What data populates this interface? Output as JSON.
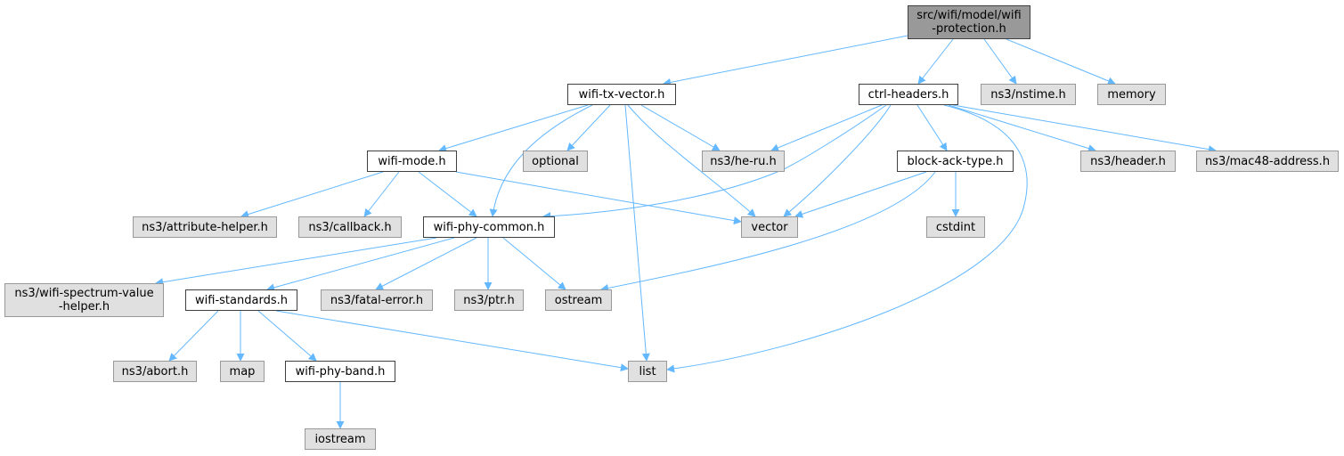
{
  "diagram": {
    "title": "",
    "colors": {
      "edge": "#63b8ff",
      "root_fill": "#999999",
      "file_fill": "#ffffff",
      "file_border": "#404040",
      "external_fill": "#e0e0e0",
      "external_border": "#999999"
    },
    "nodes": [
      {
        "id": "root",
        "label": "src/wifi/model/wifi\n-protection.h",
        "kind": "root"
      },
      {
        "id": "wifi-tx-vector",
        "label": "wifi-tx-vector.h",
        "kind": "file"
      },
      {
        "id": "ctrl-headers",
        "label": "ctrl-headers.h",
        "kind": "file"
      },
      {
        "id": "nstime",
        "label": "ns3/nstime.h",
        "kind": "external"
      },
      {
        "id": "memory",
        "label": "memory",
        "kind": "external"
      },
      {
        "id": "wifi-mode",
        "label": "wifi-mode.h",
        "kind": "file"
      },
      {
        "id": "optional",
        "label": "optional",
        "kind": "external"
      },
      {
        "id": "he-ru",
        "label": "ns3/he-ru.h",
        "kind": "external"
      },
      {
        "id": "block-ack-type",
        "label": "block-ack-type.h",
        "kind": "file"
      },
      {
        "id": "header",
        "label": "ns3/header.h",
        "kind": "external"
      },
      {
        "id": "mac48",
        "label": "ns3/mac48-address.h",
        "kind": "external"
      },
      {
        "id": "attribute-helper",
        "label": "ns3/attribute-helper.h",
        "kind": "external"
      },
      {
        "id": "callback",
        "label": "ns3/callback.h",
        "kind": "external"
      },
      {
        "id": "wifi-phy-common",
        "label": "wifi-phy-common.h",
        "kind": "file"
      },
      {
        "id": "vector",
        "label": "vector",
        "kind": "external"
      },
      {
        "id": "cstdint",
        "label": "cstdint",
        "kind": "external"
      },
      {
        "id": "spectrum-value-helper",
        "label": "ns3/wifi-spectrum-value\n-helper.h",
        "kind": "external"
      },
      {
        "id": "wifi-standards",
        "label": "wifi-standards.h",
        "kind": "file"
      },
      {
        "id": "fatal-error",
        "label": "ns3/fatal-error.h",
        "kind": "external"
      },
      {
        "id": "ptr",
        "label": "ns3/ptr.h",
        "kind": "external"
      },
      {
        "id": "ostream",
        "label": "ostream",
        "kind": "external"
      },
      {
        "id": "abort",
        "label": "ns3/abort.h",
        "kind": "external"
      },
      {
        "id": "map",
        "label": "map",
        "kind": "external"
      },
      {
        "id": "wifi-phy-band",
        "label": "wifi-phy-band.h",
        "kind": "file"
      },
      {
        "id": "list",
        "label": "list",
        "kind": "external"
      },
      {
        "id": "iostream",
        "label": "iostream",
        "kind": "external"
      }
    ],
    "edges": [
      {
        "from": "root",
        "to": "wifi-tx-vector"
      },
      {
        "from": "root",
        "to": "ctrl-headers"
      },
      {
        "from": "root",
        "to": "nstime"
      },
      {
        "from": "root",
        "to": "memory"
      },
      {
        "from": "wifi-tx-vector",
        "to": "wifi-mode"
      },
      {
        "from": "wifi-tx-vector",
        "to": "wifi-phy-common"
      },
      {
        "from": "wifi-tx-vector",
        "to": "optional"
      },
      {
        "from": "wifi-tx-vector",
        "to": "he-ru"
      },
      {
        "from": "wifi-tx-vector",
        "to": "vector"
      },
      {
        "from": "wifi-tx-vector",
        "to": "list"
      },
      {
        "from": "ctrl-headers",
        "to": "he-ru"
      },
      {
        "from": "ctrl-headers",
        "to": "wifi-phy-common"
      },
      {
        "from": "ctrl-headers",
        "to": "vector"
      },
      {
        "from": "ctrl-headers",
        "to": "block-ack-type"
      },
      {
        "from": "ctrl-headers",
        "to": "list"
      },
      {
        "from": "ctrl-headers",
        "to": "header"
      },
      {
        "from": "ctrl-headers",
        "to": "mac48"
      },
      {
        "from": "wifi-mode",
        "to": "attribute-helper"
      },
      {
        "from": "wifi-mode",
        "to": "callback"
      },
      {
        "from": "wifi-mode",
        "to": "wifi-phy-common"
      },
      {
        "from": "wifi-mode",
        "to": "vector"
      },
      {
        "from": "block-ack-type",
        "to": "vector"
      },
      {
        "from": "block-ack-type",
        "to": "ostream"
      },
      {
        "from": "block-ack-type",
        "to": "cstdint"
      },
      {
        "from": "wifi-phy-common",
        "to": "spectrum-value-helper"
      },
      {
        "from": "wifi-phy-common",
        "to": "wifi-standards"
      },
      {
        "from": "wifi-phy-common",
        "to": "fatal-error"
      },
      {
        "from": "wifi-phy-common",
        "to": "ptr"
      },
      {
        "from": "wifi-phy-common",
        "to": "ostream"
      },
      {
        "from": "wifi-standards",
        "to": "abort"
      },
      {
        "from": "wifi-standards",
        "to": "map"
      },
      {
        "from": "wifi-standards",
        "to": "wifi-phy-band"
      },
      {
        "from": "wifi-standards",
        "to": "list"
      },
      {
        "from": "wifi-phy-band",
        "to": "iostream"
      }
    ]
  }
}
